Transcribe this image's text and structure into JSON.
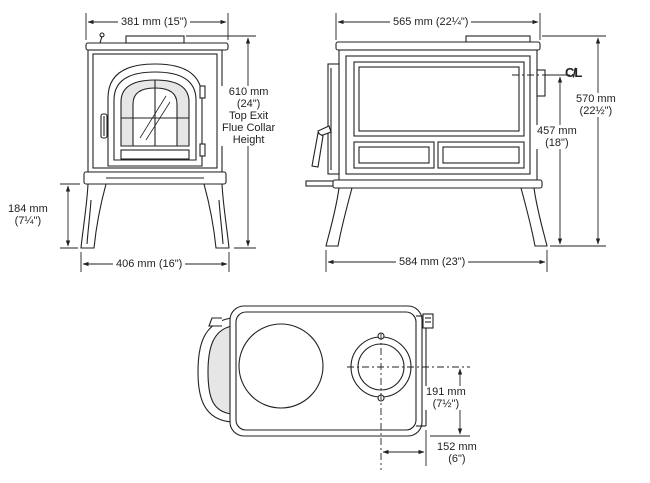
{
  "diagram": {
    "front_view": {
      "top_width": {
        "mm": "381 mm",
        "in": "(15\")"
      },
      "bottom_width": {
        "mm": "406 mm",
        "in": "(16\")"
      },
      "leg_height": {
        "mm": "184 mm",
        "in": "(7¼\")"
      },
      "flue_height": {
        "mm": "610 mm",
        "in": "(24\")",
        "line1": "Top Exit",
        "line2": "Flue Collar",
        "line3": "Height"
      }
    },
    "side_view": {
      "top_width": {
        "mm": "565 mm",
        "in": "(22¼\")"
      },
      "bottom_width": {
        "mm": "584 mm",
        "in": "(23\")"
      },
      "overall_height": {
        "mm": "570 mm",
        "in": "(22½\")"
      },
      "rear_flue_height": {
        "mm": "457 mm",
        "in": "(18\")"
      },
      "centerline_symbol": "C̸L"
    },
    "top_view": {
      "flue_from_side": {
        "mm": "191 mm",
        "in": "(7½\")"
      },
      "flue_from_rear": {
        "mm": "152 mm",
        "in": "(6\")"
      }
    },
    "colors": {
      "line": "#222222",
      "fill": "#ffffff",
      "shade": "#e6e6e6"
    }
  }
}
